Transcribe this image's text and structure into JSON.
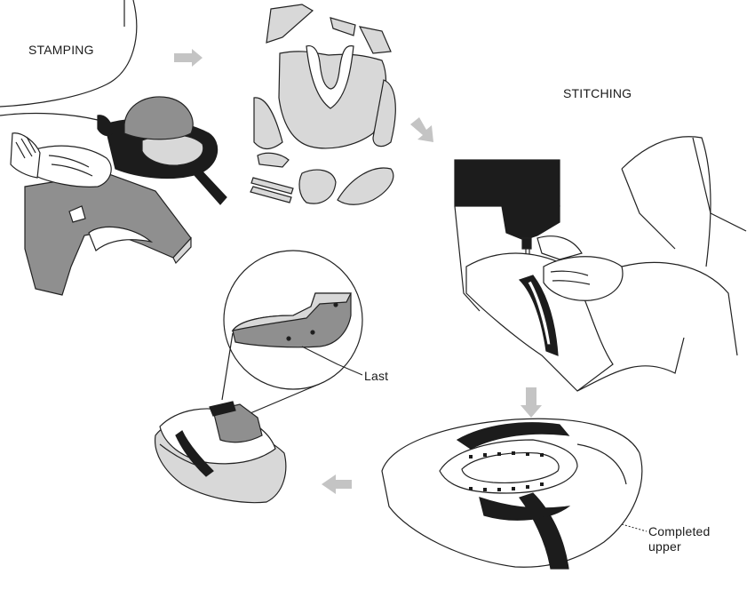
{
  "labels": {
    "stamping": "STAMPING",
    "stitching": "STITCHING",
    "last": "Last",
    "completed_upper_line1": "Completed",
    "completed_upper_line2": "upper"
  },
  "colors": {
    "light_gray": "#d8d8d8",
    "mid_gray": "#8f8f8f",
    "dark": "#1c1c1c",
    "arrow_gray": "#c4c4c4",
    "outline": "#222222"
  },
  "icons": {
    "flow_arrow": "arrow-icon"
  }
}
